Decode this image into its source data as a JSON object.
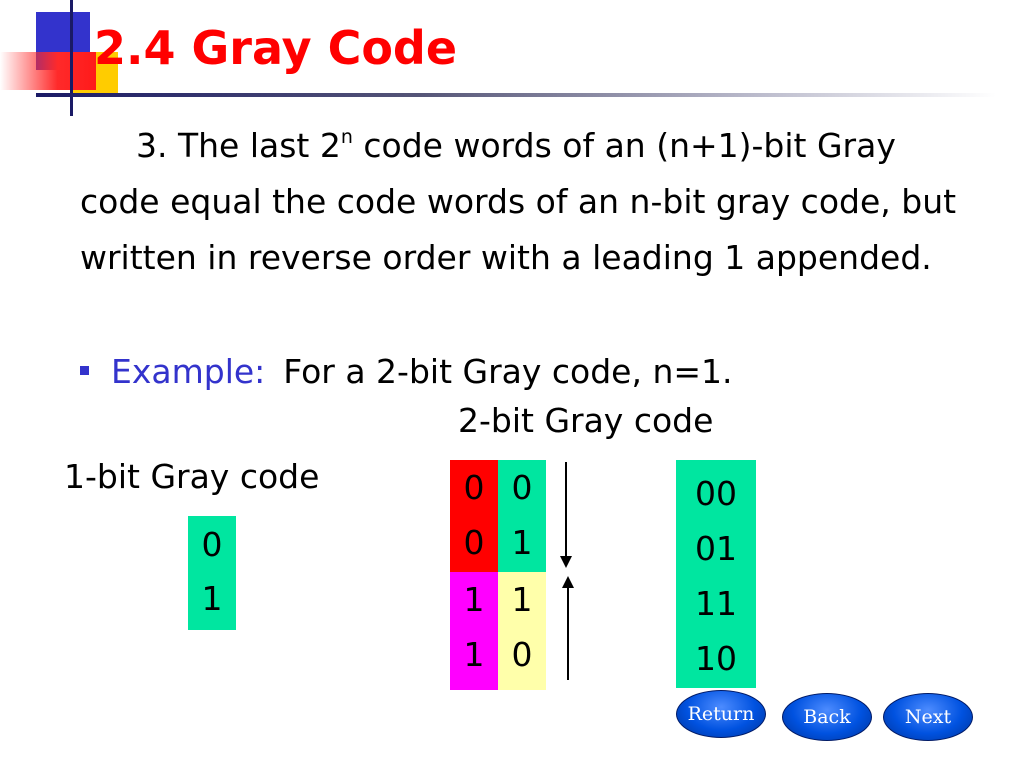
{
  "slide": {
    "title": "2.4 Gray Code",
    "paragraph": {
      "prefix": "3. The last 2",
      "superscript": "n",
      "suffix": " code words of an (n+1)-bit Gray code equal the code words of an n-bit gray code, but written in reverse order with a leading 1 appended."
    },
    "example": {
      "label": "Example:",
      "text": "For a 2-bit Gray code, n=1."
    },
    "two_bit_label": "2-bit Gray code",
    "one_bit_label": "1-bit Gray code",
    "one_bit_values": [
      "0",
      "1"
    ],
    "prefix_column_top": [
      "0",
      "0"
    ],
    "code_column_top": [
      "0",
      "1"
    ],
    "prefix_column_bottom": [
      "1",
      "1"
    ],
    "code_column_bottom": [
      "1",
      "0"
    ],
    "result_values": [
      "00",
      "01",
      "11",
      "10"
    ]
  },
  "navigation": {
    "return_label": "Return",
    "back_label": "Back",
    "next_label": "Next"
  },
  "colors": {
    "title": "#ff0000",
    "accent": "#3333cc",
    "prefix_zero": "#ff0000",
    "code_green": "#00e6a0",
    "prefix_one": "#ff00ff",
    "code_reversed": "#ffffaa",
    "button": "#0052e0"
  }
}
